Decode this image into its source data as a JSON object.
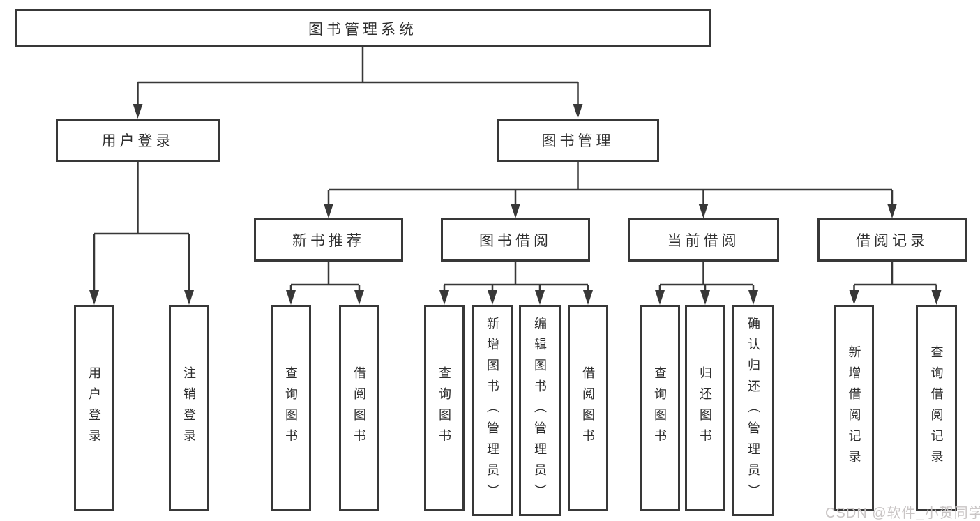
{
  "tree": {
    "root": {
      "label": "图书管理系统",
      "children": [
        {
          "label": "用户登录",
          "children": [
            {
              "label": "用户登录"
            },
            {
              "label": "注销登录"
            }
          ]
        },
        {
          "label": "图书管理",
          "children": [
            {
              "label": "新书推荐",
              "children": [
                {
                  "label": "查询图书"
                },
                {
                  "label": "借阅图书"
                }
              ]
            },
            {
              "label": "图书借阅",
              "children": [
                {
                  "label": "查询图书"
                },
                {
                  "label": "新增图书（管理员）"
                },
                {
                  "label": "编辑图书（管理员）"
                },
                {
                  "label": "借阅图书"
                }
              ]
            },
            {
              "label": "当前借阅",
              "children": [
                {
                  "label": "查询图书"
                },
                {
                  "label": "归还图书"
                },
                {
                  "label": "确认归还（管理员）"
                }
              ]
            },
            {
              "label": "借阅记录",
              "children": [
                {
                  "label": "新增借阅记录"
                },
                {
                  "label": "查询借阅记录"
                }
              ]
            }
          ]
        }
      ]
    }
  },
  "watermark": {
    "text": "CSDN @软件_小贺同学"
  },
  "colors": {
    "line": "#383838",
    "text": "#2e2e2e",
    "watermark": "#c9c5c5",
    "background": "#ffffff"
  }
}
